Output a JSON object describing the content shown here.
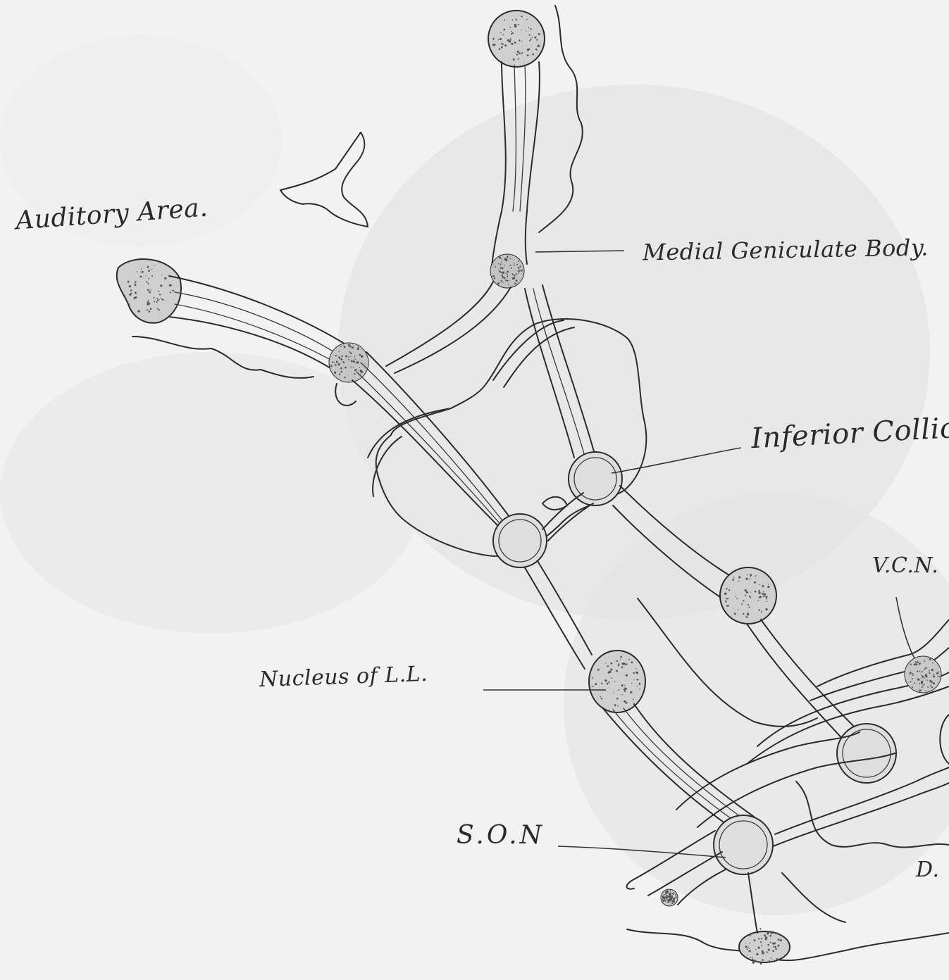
{
  "labels": {
    "auditory_area": "Auditory Area.",
    "medial_geniculate_body": "Medial Geniculate Body.",
    "inferior_colliculus": "Inferior Collicu",
    "vcn": "V.C.N.",
    "nucleus_ll": "Nucleus of L.L.",
    "son": "S.O.N",
    "dcn": "D."
  },
  "colors": {
    "paper": "#ebebeb",
    "ink": "#2b2b2b",
    "nucleus_fill": "#cfcfcf"
  }
}
